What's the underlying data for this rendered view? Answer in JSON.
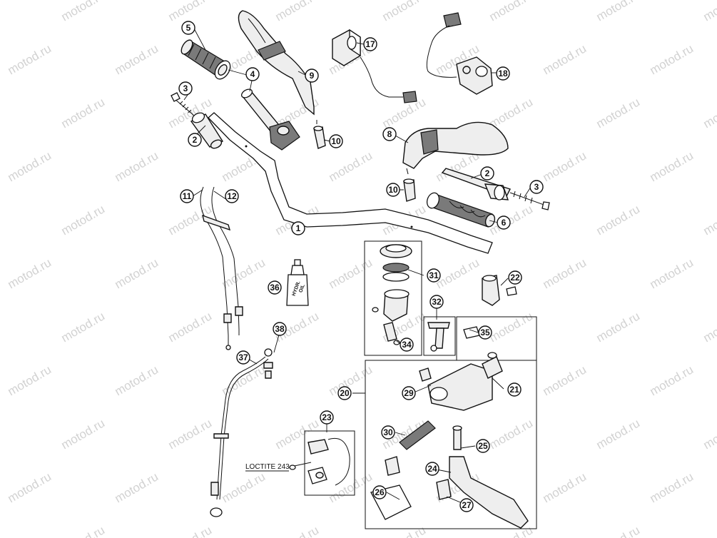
{
  "watermark": {
    "text": "motod.ru",
    "color": "#d2d2d2"
  },
  "callouts": [
    {
      "id": "c1",
      "label": "1"
    },
    {
      "id": "c2a",
      "label": "2"
    },
    {
      "id": "c2b",
      "label": "2"
    },
    {
      "id": "c3a",
      "label": "3"
    },
    {
      "id": "c3b",
      "label": "3"
    },
    {
      "id": "c4",
      "label": "4"
    },
    {
      "id": "c5",
      "label": "5"
    },
    {
      "id": "c6",
      "label": "6"
    },
    {
      "id": "c8",
      "label": "8"
    },
    {
      "id": "c9",
      "label": "9"
    },
    {
      "id": "c10a",
      "label": "10"
    },
    {
      "id": "c10b",
      "label": "10"
    },
    {
      "id": "c11",
      "label": "11"
    },
    {
      "id": "c12",
      "label": "12"
    },
    {
      "id": "c17",
      "label": "17"
    },
    {
      "id": "c18",
      "label": "18"
    },
    {
      "id": "c20",
      "label": "20"
    },
    {
      "id": "c21",
      "label": "21"
    },
    {
      "id": "c22",
      "label": "22"
    },
    {
      "id": "c23",
      "label": "23"
    },
    {
      "id": "c24",
      "label": "24"
    },
    {
      "id": "c25",
      "label": "25"
    },
    {
      "id": "c26",
      "label": "26"
    },
    {
      "id": "c27",
      "label": "27"
    },
    {
      "id": "c29",
      "label": "29"
    },
    {
      "id": "c30",
      "label": "30"
    },
    {
      "id": "c31",
      "label": "31"
    },
    {
      "id": "c32",
      "label": "32"
    },
    {
      "id": "c34",
      "label": "34"
    },
    {
      "id": "c35",
      "label": "35"
    },
    {
      "id": "c36",
      "label": "36"
    },
    {
      "id": "c37",
      "label": "37"
    },
    {
      "id": "c38",
      "label": "38"
    }
  ],
  "loctite_label": "LOCTITE 243",
  "bottle_label": {
    "line1": "HYDR.",
    "line2": "OIL"
  }
}
